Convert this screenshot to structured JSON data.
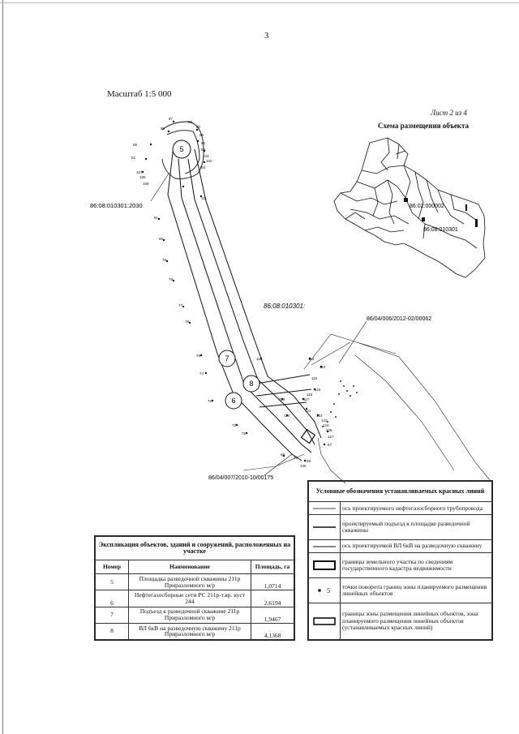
{
  "page_number": "3",
  "scale": "Масштаб 1:5 000",
  "sheet": "Лист 2 из 4",
  "inset": {
    "title": "Схема размещения объекта",
    "label_1": "86:02:000002",
    "label_2": "86:08:010301"
  },
  "parcels": {
    "p1": "86:08:010301:2030",
    "p2": "86:08:010301:",
    "p3": "86/04/006/2012-02/00062",
    "p4": "86/04/007/2010-10/00175"
  },
  "site_numbers": [
    "5",
    "7",
    "8",
    "6"
  ],
  "points": {
    "p87": "87",
    "p89": "89",
    "p90": "90",
    "p86": "86",
    "p88": "88",
    "p83": "83",
    "p85": "85",
    "p84": "84",
    "p103": "103",
    "p102": "102",
    "p82": "82",
    "p104": "104",
    "p107": "107",
    "p108": "108",
    "p109": "109",
    "p111": "111",
    "p81": "81",
    "p80": "80",
    "p79": "79",
    "p78": "78",
    "p77": "77",
    "p76": "76",
    "p75": "75",
    "p74": "74",
    "p73": "73",
    "p72": "72",
    "p71": "71",
    "p112": "112",
    "p113": "113",
    "p114": "114",
    "p115": "115",
    "p116": "116",
    "p117": "117",
    "p118": "118",
    "p119": "119",
    "p120": "120",
    "p121": "121",
    "p122": "122",
    "p123": "123",
    "p124": "124",
    "p125": "125",
    "p126": "126",
    "p127": "127",
    "p69": "69",
    "p70": "70",
    "p68": "68",
    "p67": "67"
  },
  "explication": {
    "title": "Экспликация объектов, зданий и сооружений, расположенных на участке",
    "headers": {
      "number": "Номер",
      "name": "Наименование",
      "area": "Площадь, га"
    },
    "rows": [
      {
        "number": "5",
        "name": "Площадка разведочной скважины 211р Приразломного м/р",
        "area": "1,0714"
      },
      {
        "number": "6",
        "name": "Нефтегазосборные сети РС 211р-т.вр. куст 244",
        "area": "2,6194"
      },
      {
        "number": "7",
        "name": "Подъезд к разведочной скважине 211р Приразломного м/р",
        "area": "1,9467"
      },
      {
        "number": "8",
        "name": "ВЛ 6кВ на разведочную скважину 211р Приразломного м/р",
        "area": "4,1368"
      }
    ]
  },
  "legend": {
    "title": "Условные обозначения устанавливаемых красных линий",
    "items": [
      {
        "label": "ось проектируемого нефтегазосборного трубопровода"
      },
      {
        "label": "проектируемый подъезд к площадке разведочной скважины"
      },
      {
        "label": "ось проектируемой ВЛ 6кВ на разведочную скважину"
      },
      {
        "label": "границы земельного участка по сведениям государственного кадастра недвижимости"
      },
      {
        "label": "точки поворота границ зоны планируемого размещения линейных объектов",
        "symbol_text": "5"
      },
      {
        "label": "границы зоны размещения линейных объектов, зона планируемого размещения линейных объектов (устанавливаемых красных линий)"
      }
    ]
  },
  "colors": {
    "ink": "#111111",
    "paper": "#ffffff"
  }
}
